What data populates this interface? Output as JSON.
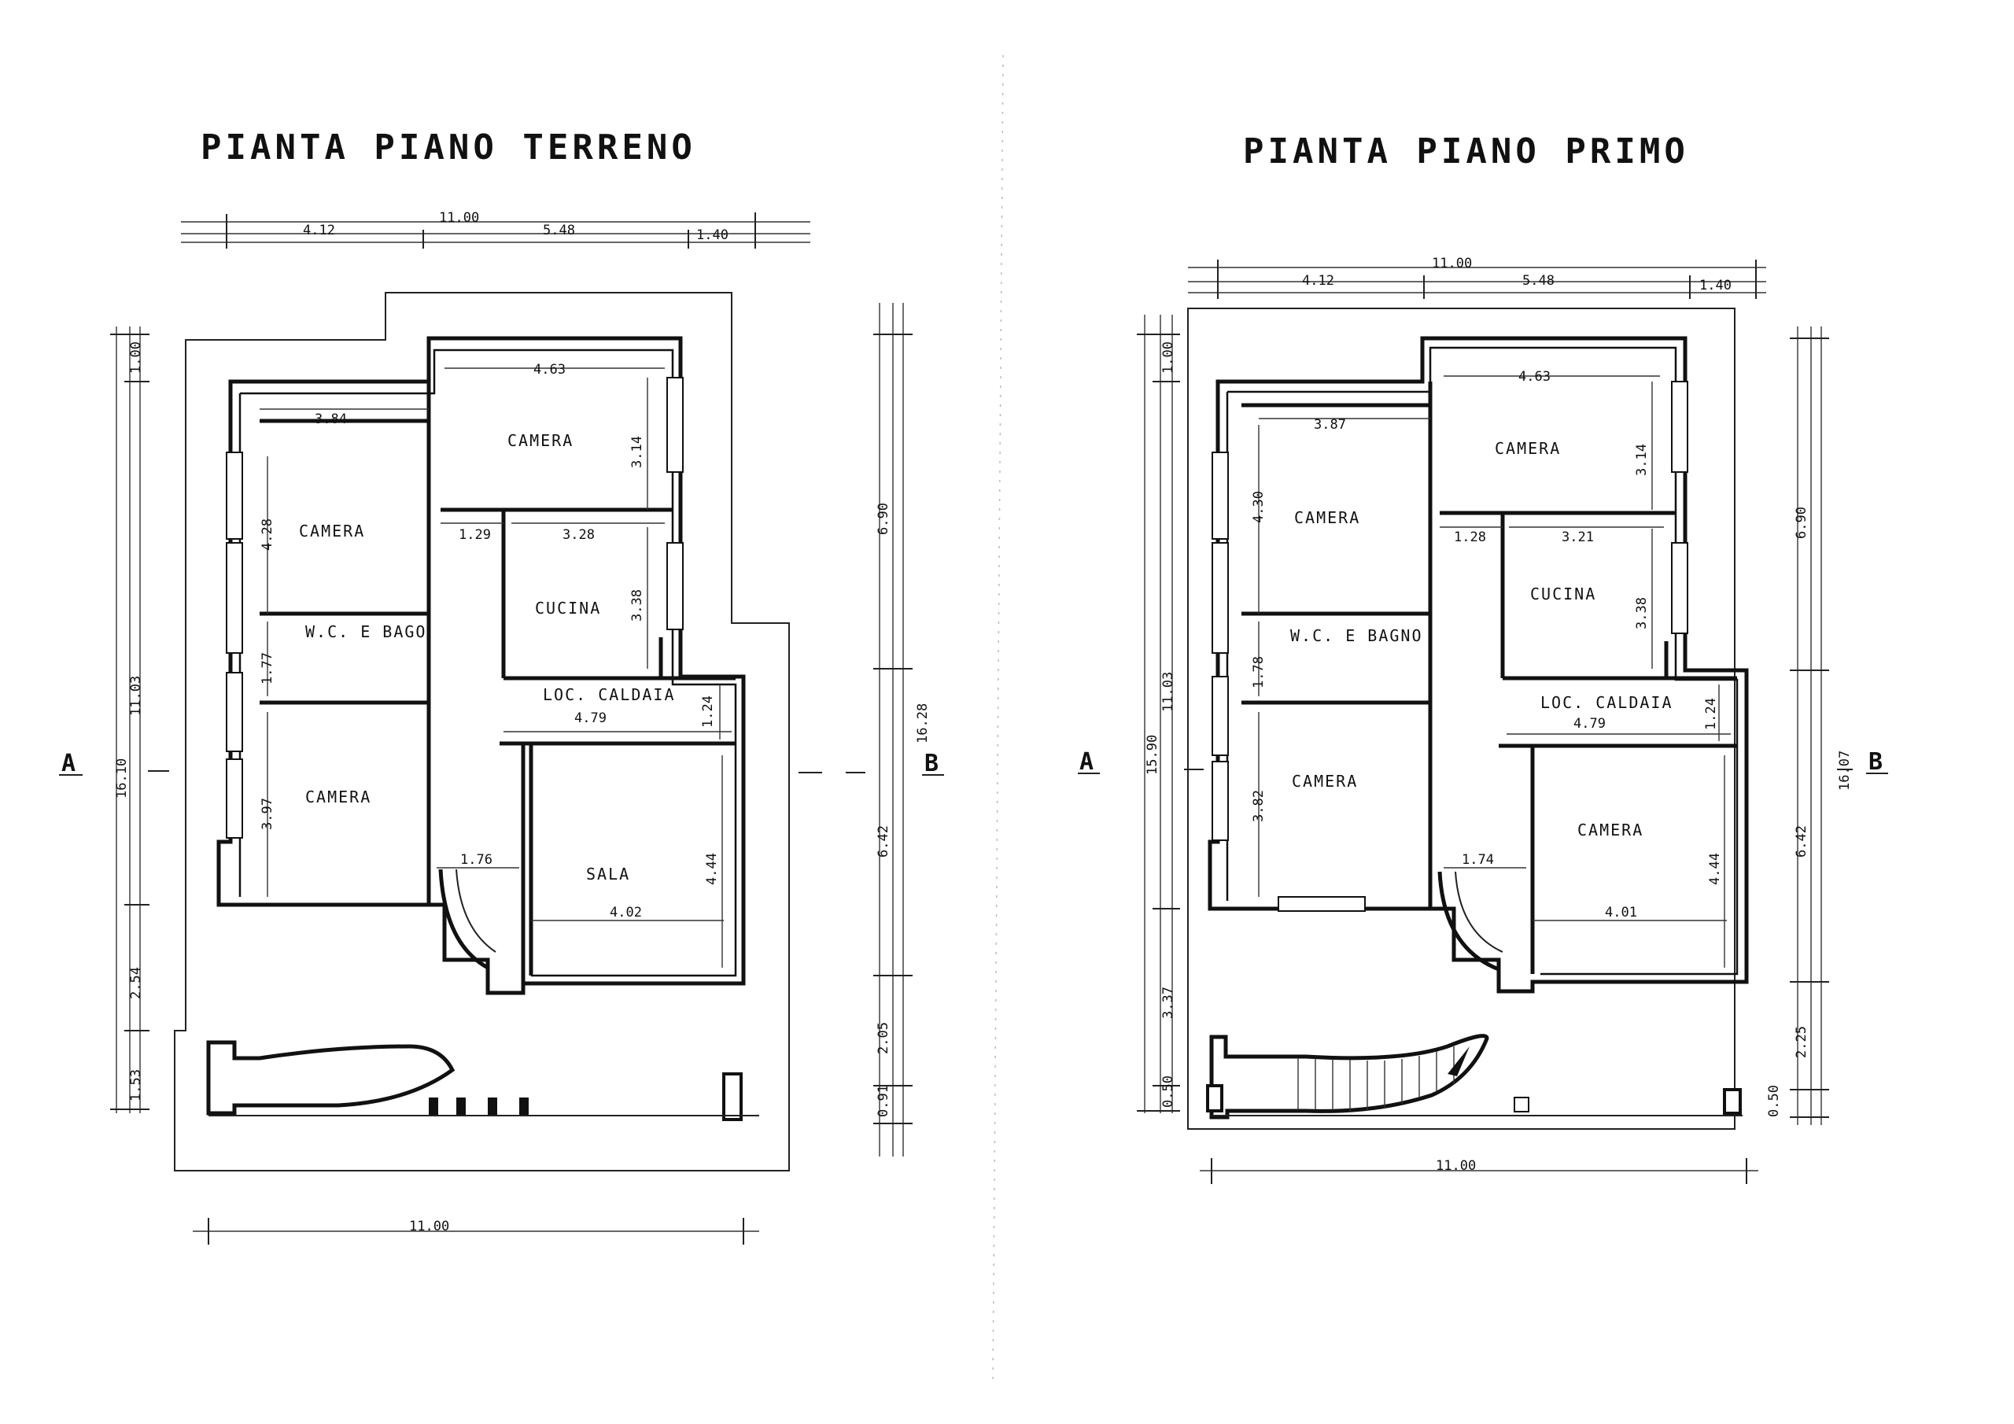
{
  "plans": [
    {
      "title": "PIANTA PIANO TERRENO",
      "top_total": "11.00",
      "top_parts": [
        "4.12",
        "5.48",
        "1.40"
      ],
      "bottom_total": "11.00",
      "left_total": "16.10",
      "left_parts": [
        "1.00",
        "11.03",
        "2.54",
        "1.53"
      ],
      "right_total": "16.28",
      "right_parts": [
        "6.90",
        "6.42",
        "2.05",
        "0.91"
      ],
      "section_left": "A",
      "section_right": "B",
      "rooms": [
        {
          "label": "CAMERA",
          "w": "3.84",
          "h": "4.28"
        },
        {
          "label": "CAMERA",
          "w": "4.63",
          "h": "3.14"
        },
        {
          "label": "CUCINA",
          "w": "3.28",
          "h": "3.38"
        },
        {
          "label": "W.C. E BAGO",
          "h": "1.77"
        },
        {
          "label": "LOC. CALDAIA",
          "w": "4.79",
          "h": "1.24"
        },
        {
          "label": "CAMERA",
          "h": "3.97"
        },
        {
          "label": "SALA",
          "w": "4.02",
          "h": "4.44"
        }
      ],
      "hall_w": "1.29",
      "hall_w2": "1.76"
    },
    {
      "title": "PIANTA PIANO PRIMO",
      "top_total": "11.00",
      "top_parts": [
        "4.12",
        "5.48",
        "1.40"
      ],
      "bottom_total": "11.00",
      "left_total": "15.90",
      "left_parts": [
        "1.00",
        "11.03",
        "3.37",
        "0.50"
      ],
      "right_total": "16.07",
      "right_parts": [
        "6.90",
        "6.42",
        "2.25",
        "0.50"
      ],
      "section_left": "A",
      "section_right": "B",
      "rooms": [
        {
          "label": "CAMERA",
          "w": "3.87",
          "h": "4.30"
        },
        {
          "label": "CAMERA",
          "w": "4.63",
          "h": "3.14"
        },
        {
          "label": "CUCINA",
          "w": "3.21",
          "h": "3.38"
        },
        {
          "label": "W.C. E BAGNO",
          "h": "1.78"
        },
        {
          "label": "LOC. CALDAIA",
          "w": "4.79",
          "h": "1.24"
        },
        {
          "label": "CAMERA",
          "h": "3.82"
        },
        {
          "label": "CAMERA",
          "w": "4.01",
          "h": "4.44"
        }
      ],
      "hall_w": "1.28",
      "hall_w2": "1.74"
    }
  ]
}
